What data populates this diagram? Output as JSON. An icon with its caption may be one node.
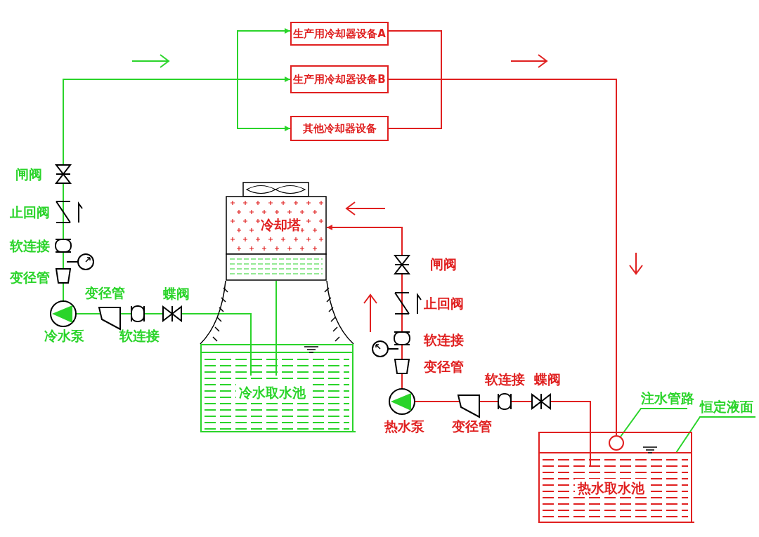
{
  "diagram": {
    "nodes": [
      {
        "text": [
          "生产用冷却器设备A"
        ]
      },
      {
        "text": [
          "生产用冷却器设备B"
        ]
      },
      {
        "text": [
          "其他冷却器设备"
        ]
      },
      {
        "text": [
          "冷却塔"
        ]
      },
      {
        "text": [
          "冷水取水池"
        ]
      },
      {
        "text": [
          "热水取水池"
        ]
      },
      {
        "text": [
          "注水管路"
        ]
      },
      {
        "text": [],
        "shape": "circle",
        "in": 5
      },
      {
        "text": [
          "恒定液面"
        ]
      }
    ],
    "edges": [
      {
        "from": 4,
        "to": 0,
        "arrow": "to"
      },
      {
        "from": 4,
        "to": 1,
        "arrow": "to"
      },
      {
        "from": 4,
        "to": 2,
        "arrow": "to"
      },
      {
        "from": 0,
        "to": 7,
        "arrow": "none",
        "color": "#e02020"
      },
      {
        "from": 1,
        "to": 7,
        "arrow": "none",
        "color": "#e02020"
      },
      {
        "from": 2,
        "to": 7,
        "arrow": "none",
        "color": "#e02020"
      },
      {
        "from": 5,
        "to": 3,
        "arrow": "to",
        "color": "#e02020"
      },
      {
        "from": 3,
        "to": 4,
        "arrow": "none"
      },
      {
        "from": 6,
        "to": 7,
        "arrow": "none"
      },
      {
        "from": 8,
        "to": 5,
        "arrow": "none"
      }
    ],
    "labels": [
      "闸阀",
      "止回阀",
      "软连接",
      "变径管",
      "变径管",
      "蝶阀",
      "冷水泵",
      "软连接",
      "闸阀",
      "止回阀",
      "软连接",
      "变径管",
      "软连接",
      "蝶阀",
      "热水泵",
      "变径管"
    ]
  }
}
